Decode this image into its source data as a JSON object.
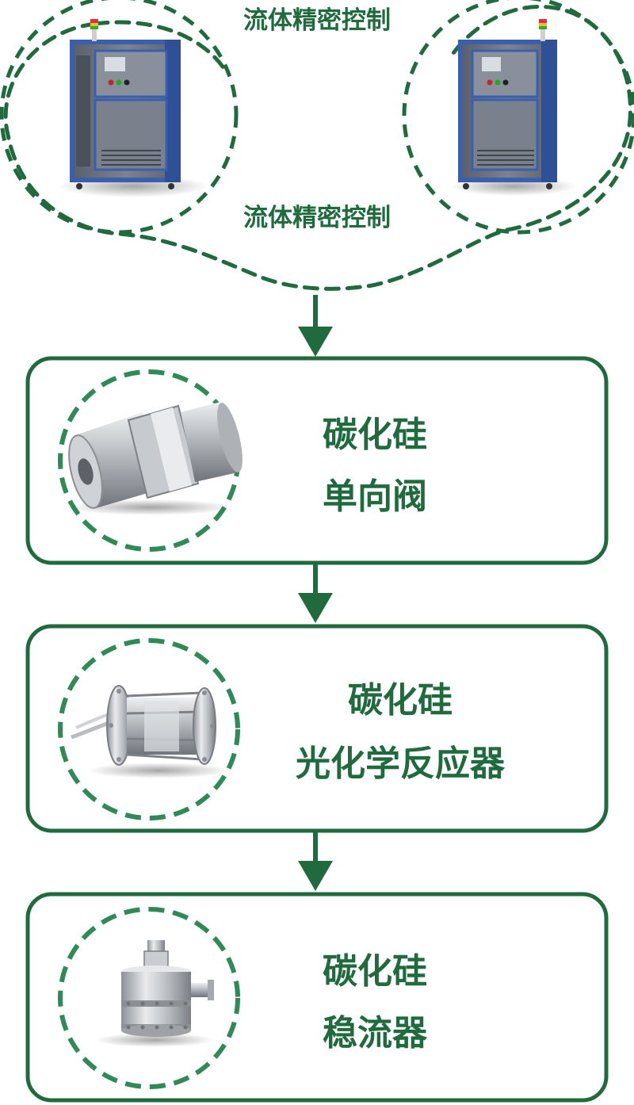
{
  "colors": {
    "brand_green": "#1f6b3e",
    "dashed_green": "#2e8a56",
    "box_border": "#1f6b3e",
    "metal": "#b9bcc0",
    "cabinet_blue": "#3a5fae",
    "cabinet_grey": "#6c7280"
  },
  "top_cluster": {
    "label_top": "流体精密控制",
    "label_bottom": "流体精密控制",
    "left_image_icon": "chiller-cabinet-icon",
    "right_image_icon": "chiller-cabinet-icon"
  },
  "steps": [
    {
      "title_line1": "碳化硅",
      "title_line2": "单向阀",
      "icon": "check-valve-icon"
    },
    {
      "title_line1": "碳化硅",
      "title_line2": "光化学反应器",
      "icon": "photochemical-reactor-icon"
    },
    {
      "title_line1": "碳化硅",
      "title_line2": "稳流器",
      "icon": "flow-stabilizer-icon"
    }
  ]
}
